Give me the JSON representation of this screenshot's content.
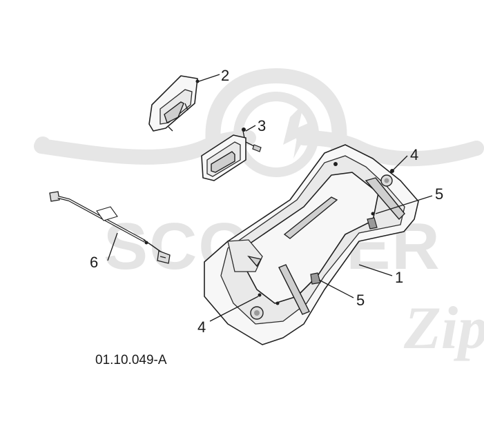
{
  "watermark": {
    "brand_text": "SCOOTER",
    "script_text": "Zip"
  },
  "callouts": {
    "c1": "1",
    "c2": "2",
    "c3": "3",
    "c4_top": "4",
    "c4_bottom": "4",
    "c5_top": "5",
    "c5_bottom": "5",
    "c6": "6"
  },
  "diagram_code": "01.10.049-A",
  "colors": {
    "line": "#1f1f1f",
    "watermark": "#e6e6e6"
  }
}
